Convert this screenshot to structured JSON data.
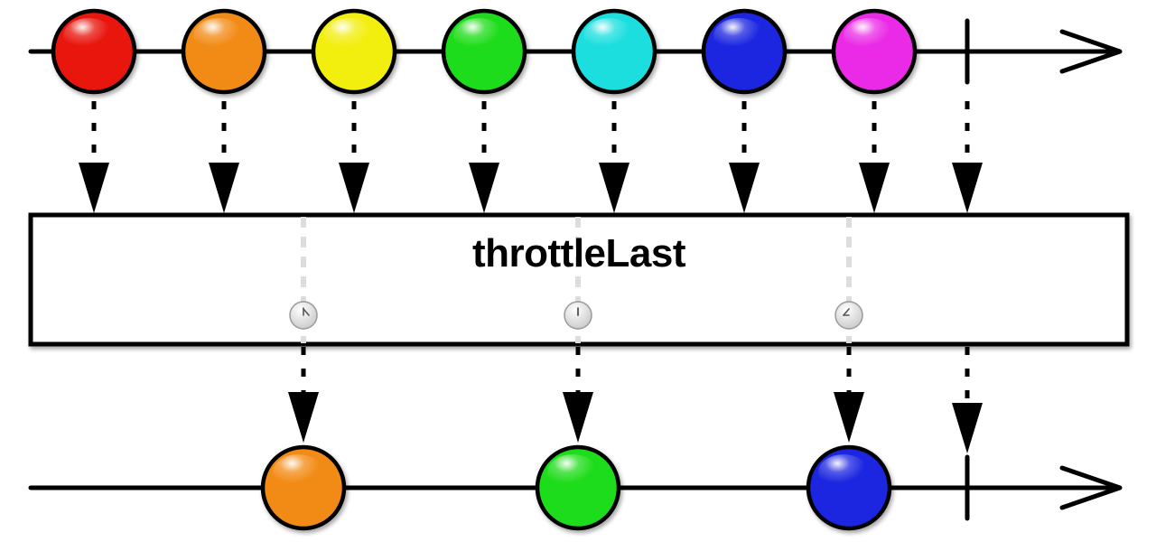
{
  "operator": {
    "name": "throttleLast"
  },
  "source_stream": {
    "marbles": [
      {
        "color": "red",
        "fill": "#e8120a"
      },
      {
        "color": "orange",
        "fill": "#f28a14"
      },
      {
        "color": "yellow",
        "fill": "#f2ee10"
      },
      {
        "color": "green",
        "fill": "#1fdc1a"
      },
      {
        "color": "cyan",
        "fill": "#1adede"
      },
      {
        "color": "blue",
        "fill": "#1b25e0"
      },
      {
        "color": "magenta",
        "fill": "#ea2ae6"
      }
    ],
    "completes": true
  },
  "sampling_ticks": [
    {
      "clock": "clock-icon-1"
    },
    {
      "clock": "clock-icon-2"
    },
    {
      "clock": "clock-icon-3"
    }
  ],
  "result_stream": {
    "marbles": [
      {
        "color": "orange",
        "fill": "#f28a14",
        "source_index": 1
      },
      {
        "color": "green",
        "fill": "#1fdc1a",
        "source_index": 3
      },
      {
        "color": "blue",
        "fill": "#1b25e0",
        "source_index": 5
      }
    ],
    "completes": true
  },
  "colors": {
    "line": "#000000",
    "box_fill": "#ffffff",
    "tick_guide": "#dddddd",
    "clock_face": "#eeeeee"
  }
}
